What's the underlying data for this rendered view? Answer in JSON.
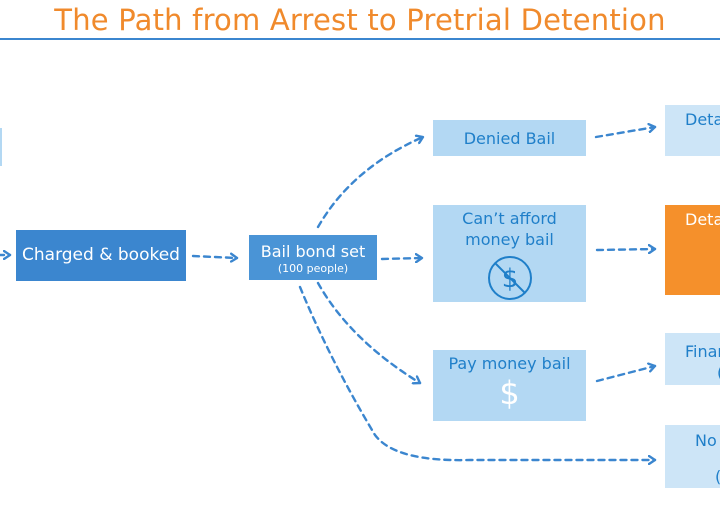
{
  "title": "The Path from Arrest to Pretrial Detention",
  "nodes": {
    "charged": {
      "label": "Charged & booked"
    },
    "bail_set": {
      "label": "Bail bond set",
      "sub": "(100 people)"
    },
    "denied": {
      "label": "Denied Bail"
    },
    "cant_afford": {
      "line1": "Can’t afford",
      "line2": "money bail"
    },
    "pay": {
      "label": "Pay money bail",
      "symbol": "$"
    },
    "right1": {
      "label": "Deta"
    },
    "right2": {
      "label": "Deta",
      "sub": "("
    },
    "right3": {
      "label": "Finan",
      "sub": "("
    },
    "right4": {
      "label": "No",
      "sub": "("
    }
  },
  "icons": {
    "no_money": "no-dollar-icon",
    "dollar": "dollar-icon"
  },
  "colors": {
    "title": "#f08a2c",
    "rule": "#3b86cf",
    "light_box": "#b3d8f3",
    "pale_box": "#cde5f7",
    "dark_box": "#3b86cf",
    "mid_box": "#4a94d6",
    "orange_box": "#f5902b",
    "arrow": "#3b86cf",
    "text_blue": "#1f7fc9"
  }
}
